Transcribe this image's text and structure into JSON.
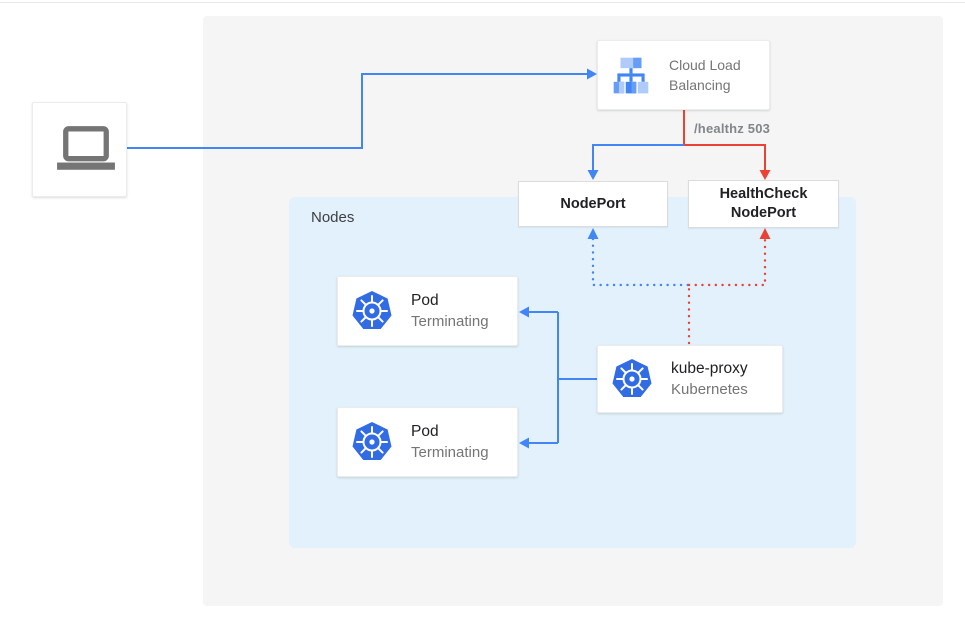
{
  "colors": {
    "edge_blue": "#4285F4",
    "edge_red": "#EA4335",
    "panel_gray": "#F5F5F5",
    "nodes_panel_blue": "#E3F1FC",
    "kubernetes_blue": "#326CE5",
    "icon_light_blue": "#AECBFA",
    "icon_mid_blue": "#669DF6",
    "laptop_gray": "#757575",
    "dark_text": "#202124",
    "gray_text": "#757575",
    "annotation_gray": "#80868B"
  },
  "nodes_container": {
    "label": "Nodes"
  },
  "boxes": {
    "client": {
      "icon": "laptop-icon"
    },
    "cloud_load_balancing": {
      "title": "Cloud Load Balancing",
      "icon": "load-balancer-icon"
    },
    "nodeport": {
      "label": "NodePort"
    },
    "healthcheck_nodeport": {
      "label_line1": "HealthCheck",
      "label_line2": "NodePort"
    },
    "pod1": {
      "title": "Pod",
      "subtitle": "Terminating",
      "icon": "kubernetes-icon"
    },
    "pod2": {
      "title": "Pod",
      "subtitle": "Terminating",
      "icon": "kubernetes-icon"
    },
    "kube_proxy": {
      "title": "kube-proxy",
      "subtitle": "Kubernetes",
      "icon": "kubernetes-icon"
    }
  },
  "edges": {
    "healthz_label": "/healthz 503"
  }
}
